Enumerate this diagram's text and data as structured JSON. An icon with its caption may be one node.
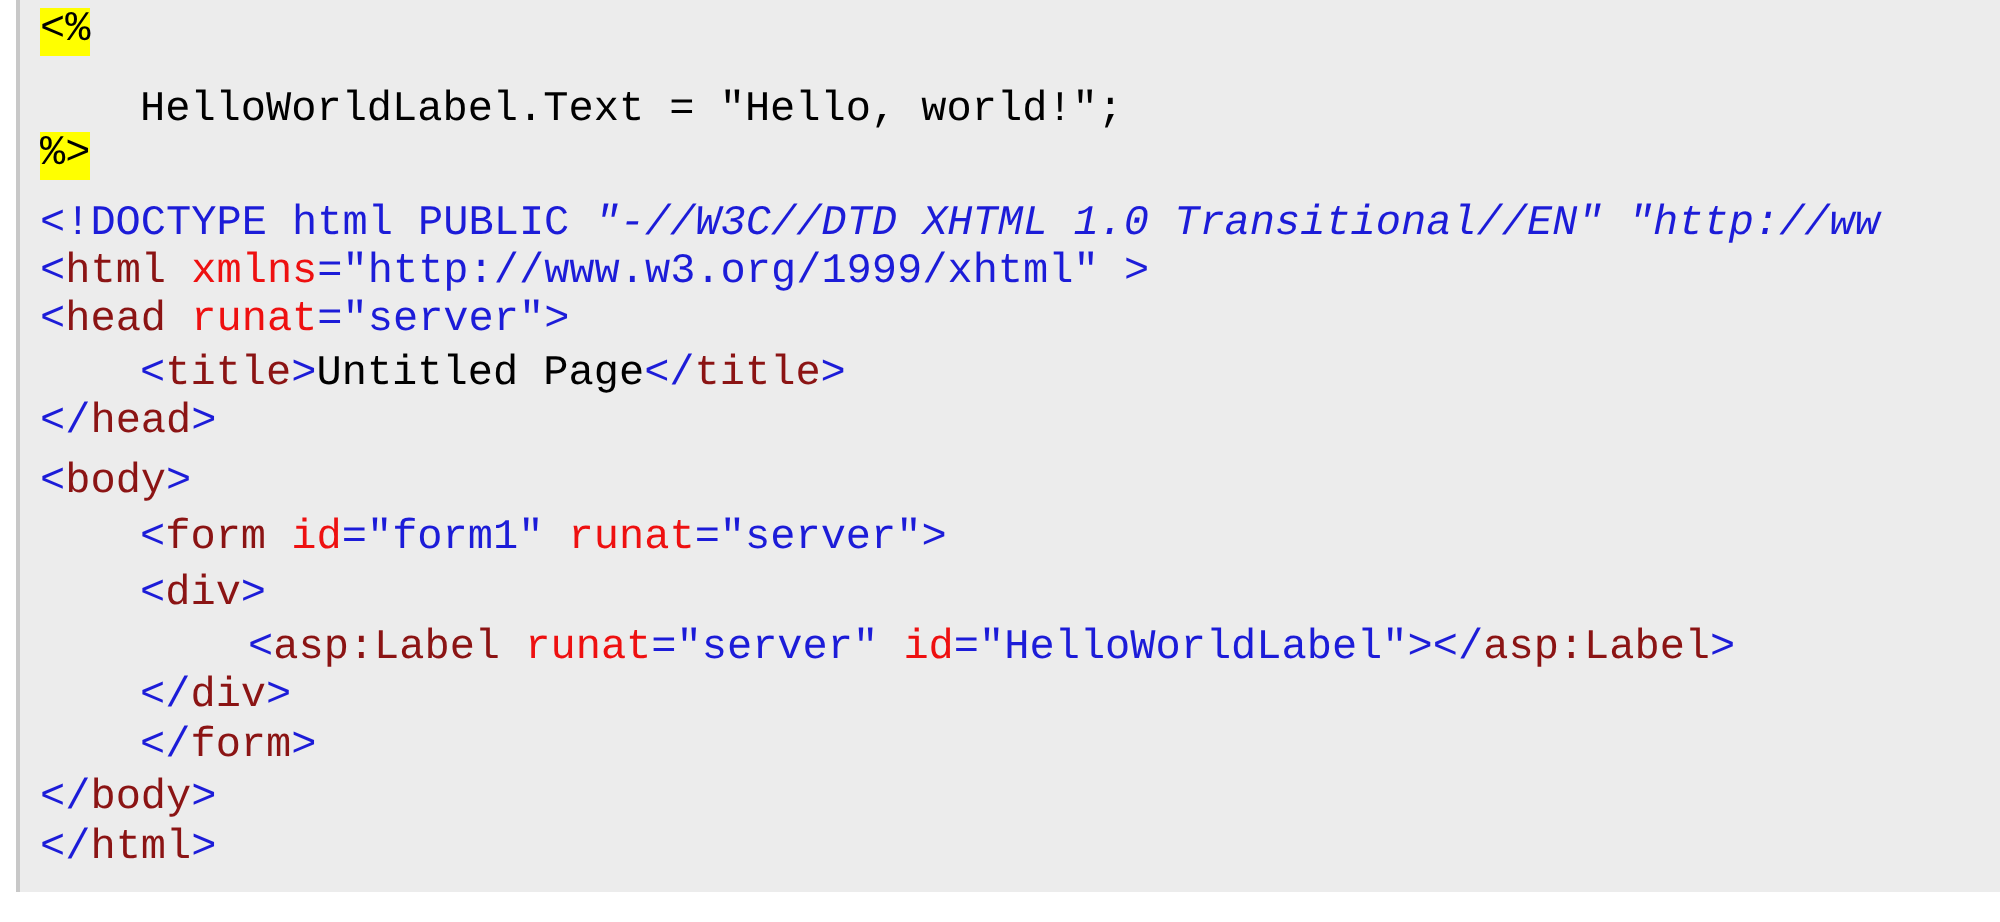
{
  "diagram": {
    "labels": [
      "<%",
      "HelloWorldLabel.Text = \"Hello, world!\";",
      "%>",
      "<!DOCTYPE html PUBLIC \"-//W3C//DTD XHTML 1.0 Transitional//EN\" \"http://ww",
      "<html xmlns=\"http://www.w3.org/1999/xhtml\" >",
      "<head runat=\"server\">",
      "<title>Untitled Page</title>",
      "</head>",
      "<body>",
      "<form id=\"form1\" runat=\"server\">",
      "<div>",
      "<asp:Label runat=\"server\" id=\"HelloWorldLabel\"></asp:Label>",
      "</div>",
      "</form>",
      "</body>",
      "</html>"
    ]
  }
}
